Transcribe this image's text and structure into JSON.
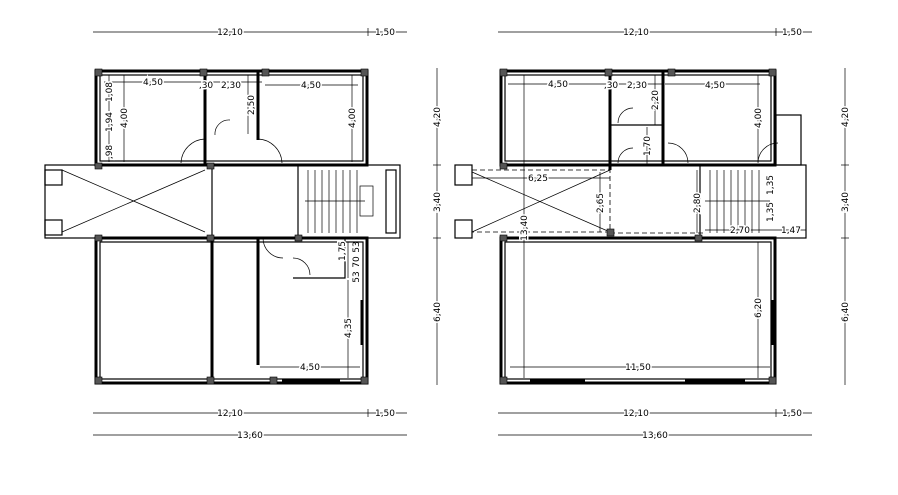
{
  "left_plan": {
    "top_dims": [
      "12,10",
      "1,50"
    ],
    "bottom_dims": [
      "12,10",
      "1,50"
    ],
    "overall": "13,60",
    "side_dims": [
      "4,20",
      "3,40",
      "6,40"
    ],
    "rooms": {
      "room1_width": "4,50",
      "gap": ",30",
      "hall_width": "2,30",
      "room2_width": "4,50",
      "hall_depth": "2,50",
      "room1_depth": "4,00",
      "room2_depth": "4,00",
      "window_a": "1,08",
      "window_b": "1,94",
      "window_c": ",98",
      "bath_depth": "1,75",
      "small_a": "53",
      "small_b": "70",
      "small_c": "53",
      "lower_depth": "4,35",
      "lower_width": "4,50"
    }
  },
  "right_plan": {
    "top_dims": [
      "12,10",
      "1,50"
    ],
    "bottom_dims": [
      "12,10",
      "1,50"
    ],
    "overall": "13,60",
    "side_dims": [
      "4,20",
      "3,40",
      "6,40"
    ],
    "rooms": {
      "room1_width": "4,50",
      "gap": ",30",
      "hall_width": "2,30",
      "room2_width": "4,50",
      "hall_depth": "2,20",
      "wc_depth": "1,70",
      "room2_depth": "4,00",
      "void_width": "6,25",
      "void_depth": "2,65",
      "stair_depth": "2,80",
      "stair_a": "1,35",
      "stair_b": "1,35",
      "landing": "2,70",
      "landing_side": "1,47",
      "total_depth": "13,40",
      "hall_big_width": "11,50",
      "hall_big_depth": "6,20"
    }
  }
}
